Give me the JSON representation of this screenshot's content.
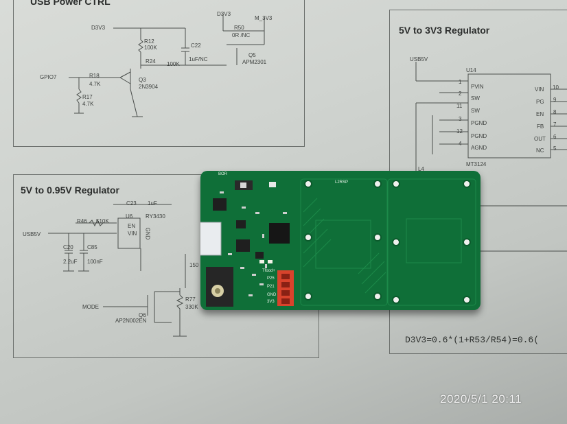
{
  "left_top_sheet": {
    "title": "USB Power CTRL",
    "labels": [
      "D3V3",
      "R12",
      "100K",
      "C22",
      "1uF/NC",
      "R24",
      "100K",
      "GPIO7",
      "R18",
      "4.7K",
      "Q3",
      "2N3904",
      "R17",
      "4.7K",
      "D3V3",
      "R50",
      "0R /NC",
      "M_3V3",
      "Q5",
      "APM2301"
    ]
  },
  "right_sheet": {
    "title": "5V to 3V3 Regulator",
    "net": "USB5V",
    "ic_ref": "U14",
    "ic_part": "MT3124",
    "pins_left": [
      "PVIN",
      "SW",
      "SW",
      "PGND",
      "PGND",
      "AGND"
    ],
    "pin_nums_left": [
      "1",
      "2",
      "11",
      "3",
      "12",
      "4"
    ],
    "pins_right": [
      "VIN",
      "PG",
      "EN",
      "FB",
      "OUT",
      "NC"
    ],
    "pin_nums_right": [
      "10",
      "9",
      "8",
      "7",
      "6",
      "5"
    ],
    "inductor": "L4",
    "formula": "D3V3=0.6*(1+R53/R54)=0.6("
  },
  "left_bottom_sheet": {
    "title": "5V to 0.95V Regulator",
    "labels": [
      "C23",
      "1uF",
      "R46",
      "510K",
      "U6",
      "RY3430",
      "EN",
      "VIN",
      "GND",
      "USB5V",
      "C20",
      "2.2uF",
      "C85",
      "100nF",
      "MODE",
      "Q6",
      "AP2N002EN",
      "R77",
      "330K",
      "150"
    ]
  },
  "board": {
    "silk": [
      "BOR",
      "L2RSP",
      "Tfood+",
      "P25",
      "P21",
      "GND",
      "3V3"
    ]
  },
  "timestamp": "2020/5/1  20:11",
  "colors": {
    "pcb": "#0f6f38",
    "paper": "#d2d5d1",
    "connector": "#d8432c"
  }
}
